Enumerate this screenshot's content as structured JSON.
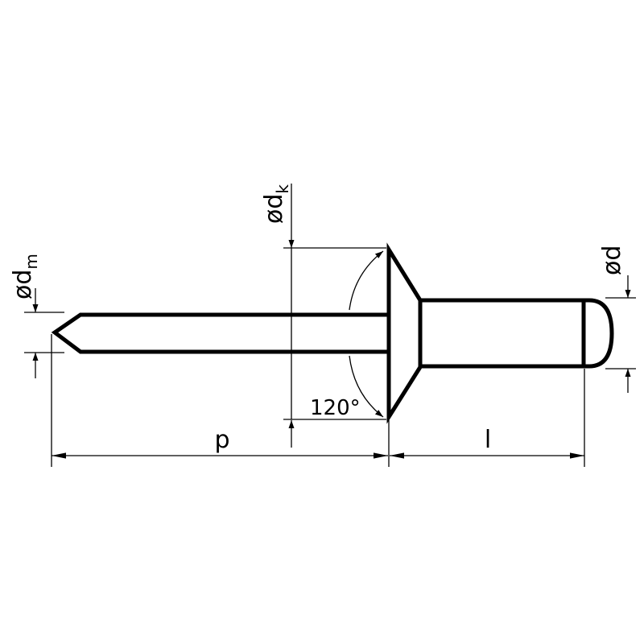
{
  "labels": {
    "p": "p",
    "l": "l",
    "angle": "120°",
    "dm_main": "ød",
    "dm_sub": "m",
    "dk_main": "ød",
    "dk_sub": "k",
    "d": "ød"
  },
  "colors": {
    "ink": "#000000",
    "background": "#ffffff"
  }
}
